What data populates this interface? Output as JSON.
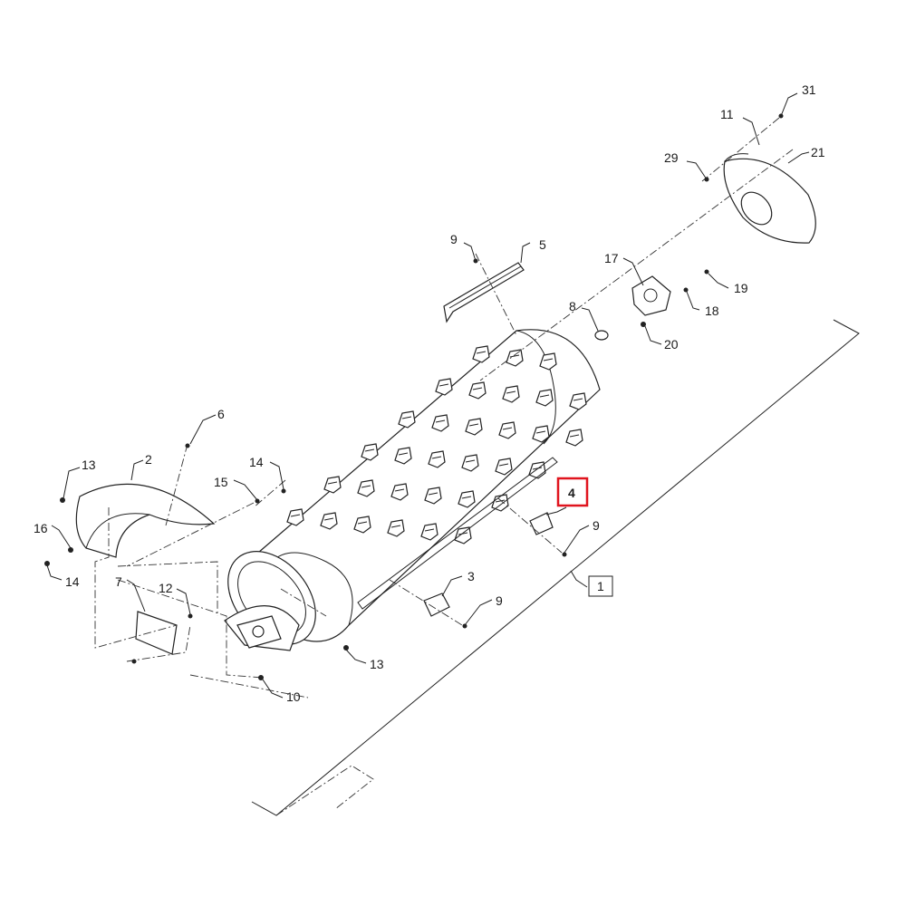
{
  "diagram": {
    "highlight_color": "#e0141e",
    "line_color": "#222222",
    "callouts": {
      "c31": "31",
      "c11": "11",
      "c29": "29",
      "c21": "21",
      "c9a": "9",
      "c5": "5",
      "c17": "17",
      "c19": "19",
      "c8": "8",
      "c18": "18",
      "c20": "20",
      "c6": "6",
      "c13a": "13",
      "c2": "2",
      "c14a": "14",
      "c15": "15",
      "c4": "4",
      "c9b": "9",
      "c16": "16",
      "c14b": "14",
      "c1": "1",
      "c7": "7",
      "c12": "12",
      "c3": "3",
      "c9c": "9",
      "c13b": "13",
      "c10": "10"
    }
  }
}
